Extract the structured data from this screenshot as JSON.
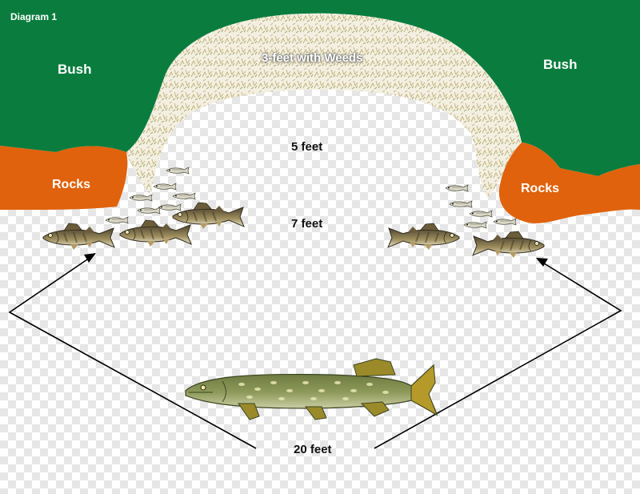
{
  "diagram": {
    "title": "Diagram 1",
    "labels": {
      "bush_left": "Bush",
      "bush_right": "Bush",
      "weeds": "3-feet with Weeds",
      "rocks_left": "Rocks",
      "rocks_right": "Rocks",
      "depth_5": "5 feet",
      "depth_7": "7 feet",
      "depth_20": "20 feet"
    },
    "colors": {
      "bush": "#0a7d3e",
      "rocks": "#e0620c",
      "weeds": "#d9d2b8",
      "walleye": "#8a7a52",
      "pike": "#7d8a4e",
      "arrow": "#000000"
    },
    "icons": [
      "walleye-fish-icon",
      "northern-pike-icon",
      "arrow-icon"
    ]
  }
}
